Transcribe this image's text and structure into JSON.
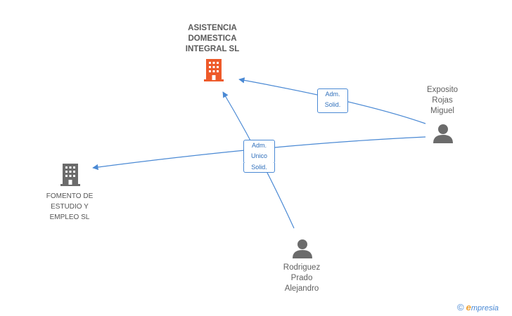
{
  "nodes": {
    "asistencia": {
      "label_lines": [
        "ASISTENCIA",
        "DOMESTICA",
        "INTEGRAL SL"
      ],
      "icon": "building-icon",
      "color": "#ee5a2a"
    },
    "fomento": {
      "label_lines": [
        "FOMENTO DE",
        "ESTUDIO Y",
        "EMPLEO SL"
      ],
      "icon": "building-icon",
      "color": "#6b6b6b"
    },
    "exposito": {
      "label_lines": [
        "Exposito",
        "Rojas",
        "Miguel"
      ],
      "icon": "person-icon",
      "color": "#6b6b6b"
    },
    "rodriguez": {
      "label_lines": [
        "Rodriguez",
        "Prado",
        "Alejandro"
      ],
      "icon": "person-icon",
      "color": "#6b6b6b"
    }
  },
  "edge_labels": {
    "exposito_asistencia": [
      "Adm.",
      "Solid."
    ],
    "shared_upper": [
      "Adm.",
      "Unico"
    ],
    "shared_lower": [
      "Solid."
    ]
  },
  "colors": {
    "edge": "#4a89d4"
  },
  "brand": {
    "copyright": "©",
    "e": "e",
    "rest": "mpresia"
  }
}
